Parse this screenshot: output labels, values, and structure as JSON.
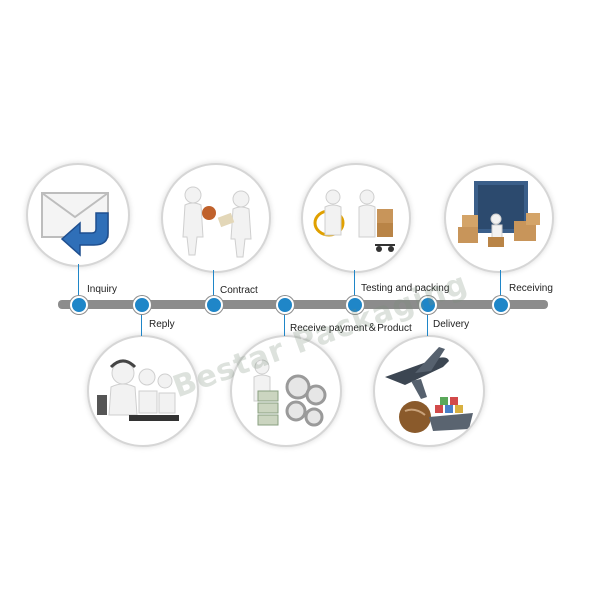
{
  "steps": {
    "inquiry": "Inquiry",
    "reply": "Reply",
    "contract": "Contract",
    "receive_payment": "Receive payment＆Product",
    "testing": "Testing and packing",
    "delivery": "Delivery",
    "receiving": "Receiving"
  },
  "watermark": "Bestar Packaging",
  "colors": {
    "node": "#1f86c8",
    "timeline": "#8c8c8c"
  },
  "icons": {
    "inquiry": "envelope-arrow-icon",
    "reply": "call-center-icon",
    "contract": "handshake-icon",
    "receive_payment": "money-gears-icon",
    "testing": "inspection-cart-icon",
    "delivery": "plane-globe-icon",
    "receiving": "container-boxes-icon"
  }
}
